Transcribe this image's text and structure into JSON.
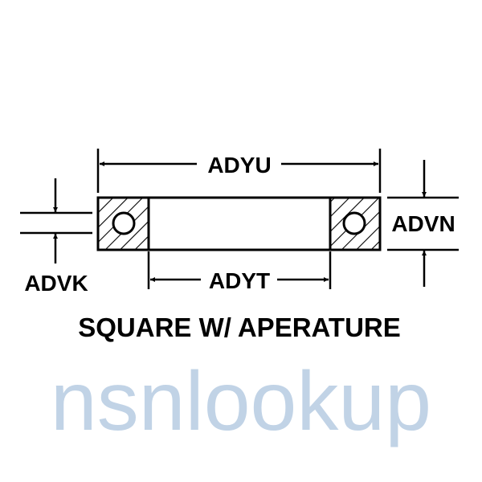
{
  "diagram": {
    "title": "SQUARE W/ APERATURE",
    "dimensions": {
      "outer_width": "ADYU",
      "inner_width": "ADYT",
      "thickness": "ADVN",
      "aperture": "ADVK"
    },
    "watermark": "nsnlookup"
  }
}
